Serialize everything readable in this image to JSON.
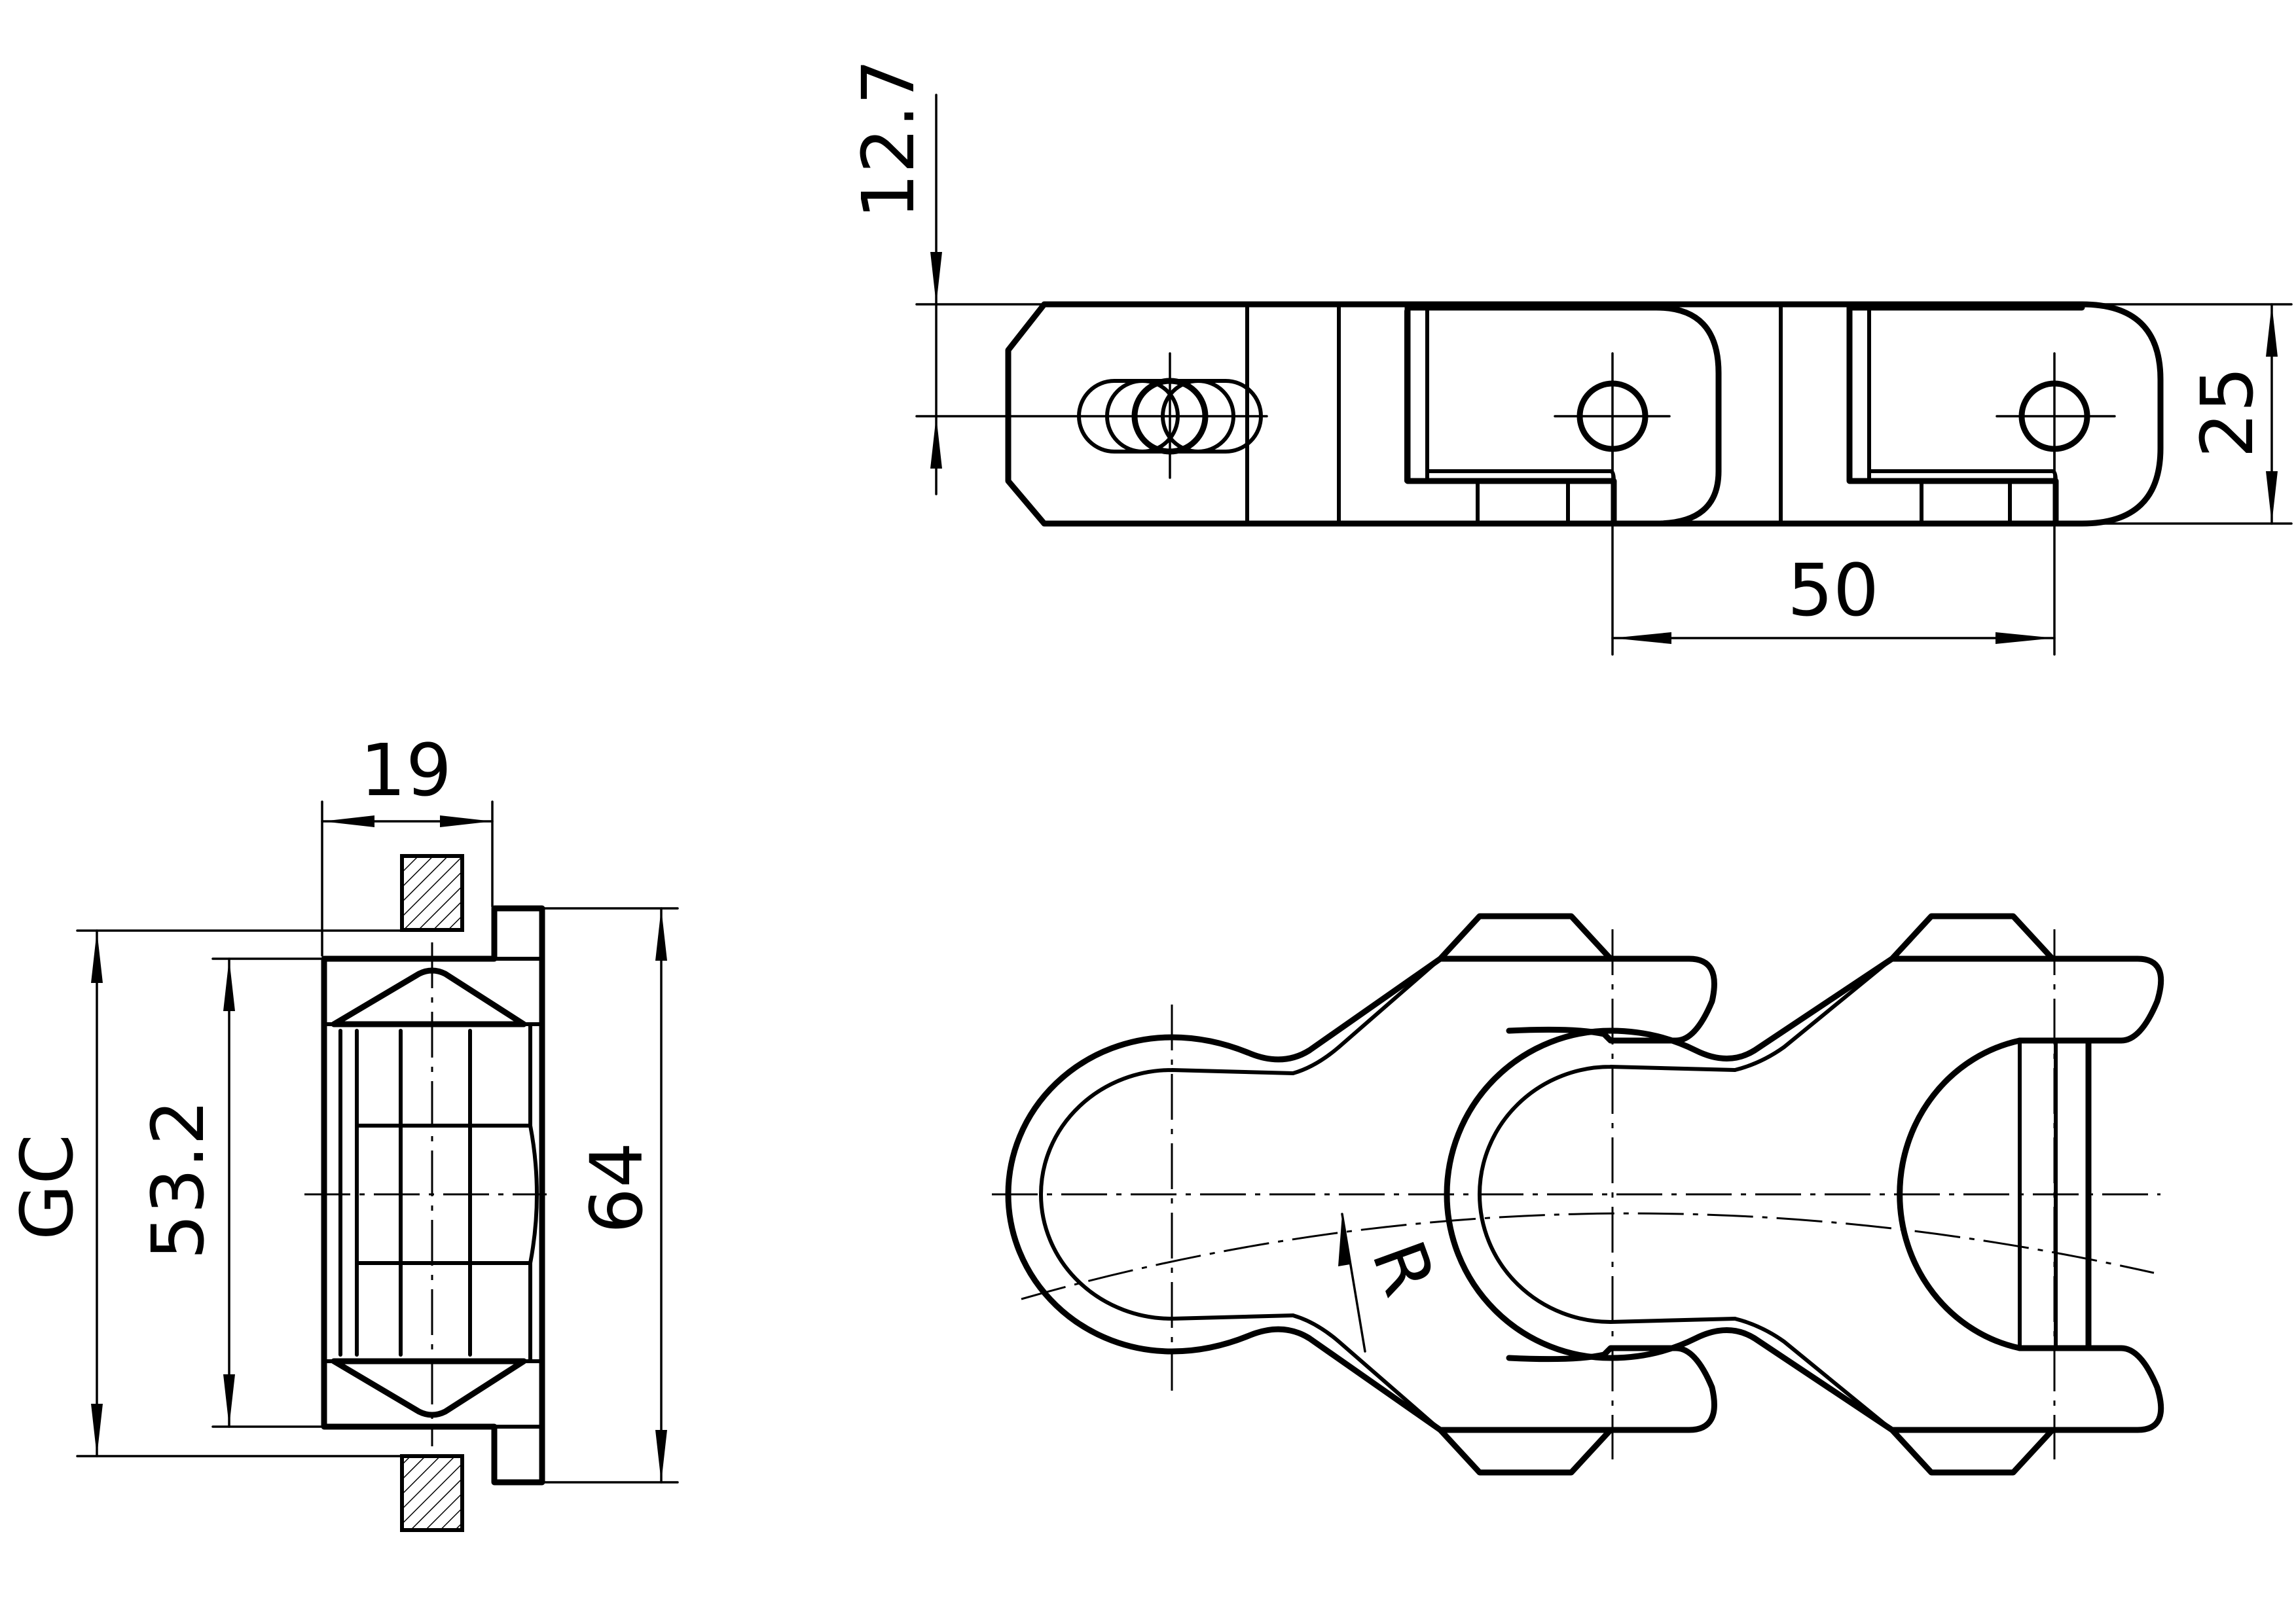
{
  "drawing": {
    "labels": {
      "pitch_height": "12.7",
      "height": "25",
      "pitch": "50",
      "width": "19",
      "gc": "GC",
      "inner_width": "53.2",
      "outer_width": "64",
      "radius": "R"
    }
  }
}
